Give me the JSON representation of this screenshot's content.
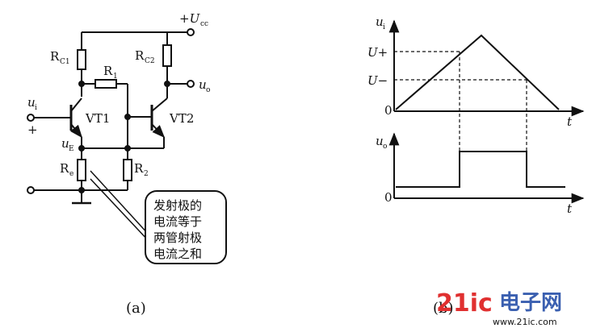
{
  "circuit": {
    "supply_label": "+U",
    "supply_sub": "cc",
    "rc1_label": "R",
    "rc1_sub": "C1",
    "rc2_label": "R",
    "rc2_sub": "C2",
    "r1_label": "R",
    "r1_sub": "1",
    "r2_label": "R",
    "r2_sub": "2",
    "re_label": "R",
    "re_sub": "e",
    "vt1_label": "VT1",
    "vt2_label": "VT2",
    "input_label": "u",
    "input_sub": "i",
    "plus_sign": "+",
    "output_label": "u",
    "output_sub": "o",
    "ue_label": "u",
    "ue_sub": "E",
    "callout_lines": [
      "发射极的",
      "电流等于",
      "两管射极",
      "电流之和"
    ],
    "caption": "(a)"
  },
  "waveform": {
    "ui_label": "u",
    "ui_sub": "i",
    "uplus_label": "U+",
    "uminus_label": "U−",
    "origin_label": "0",
    "t_label": "t",
    "uo_label": "u",
    "uo_sub": "o",
    "origin2_label": "0",
    "t2_label": "t",
    "caption": "(b)"
  },
  "watermark": {
    "brand_num": "21ic",
    "brand_cn": "电子网",
    "url": "www.21ic.com",
    "color_red": "#e03030",
    "color_blue": "#3a5fb0"
  }
}
